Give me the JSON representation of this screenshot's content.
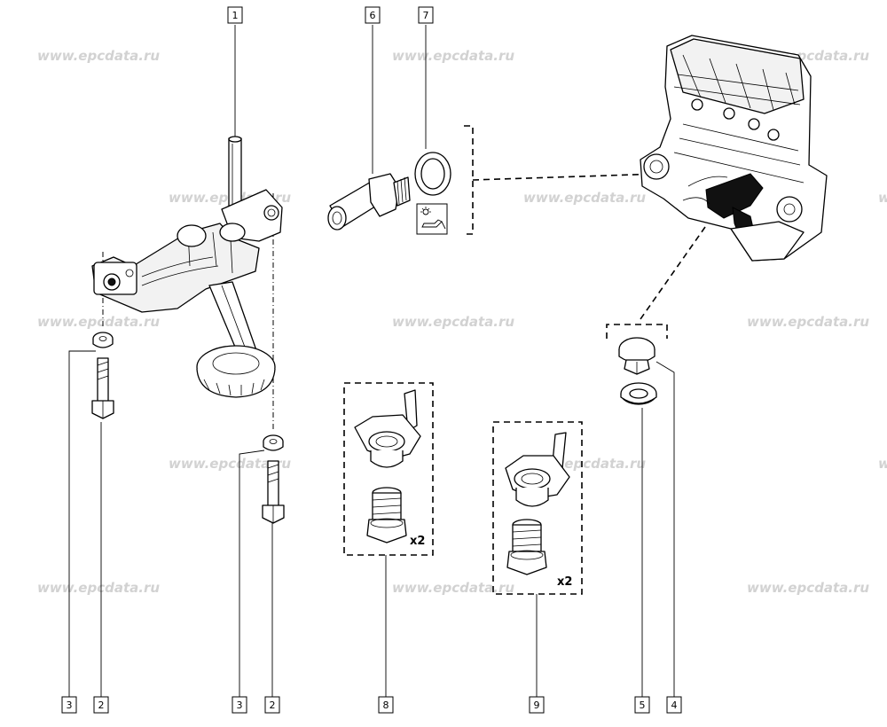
{
  "watermark": "www.epcdata.ru",
  "callouts": [
    "1",
    "2",
    "3",
    "4",
    "5",
    "6",
    "7",
    "8",
    "9"
  ],
  "quantities": {
    "part8": "x2",
    "part9": "x2"
  },
  "icons": {
    "oil_pressure_symbol": "oil-can-warning-icon"
  }
}
